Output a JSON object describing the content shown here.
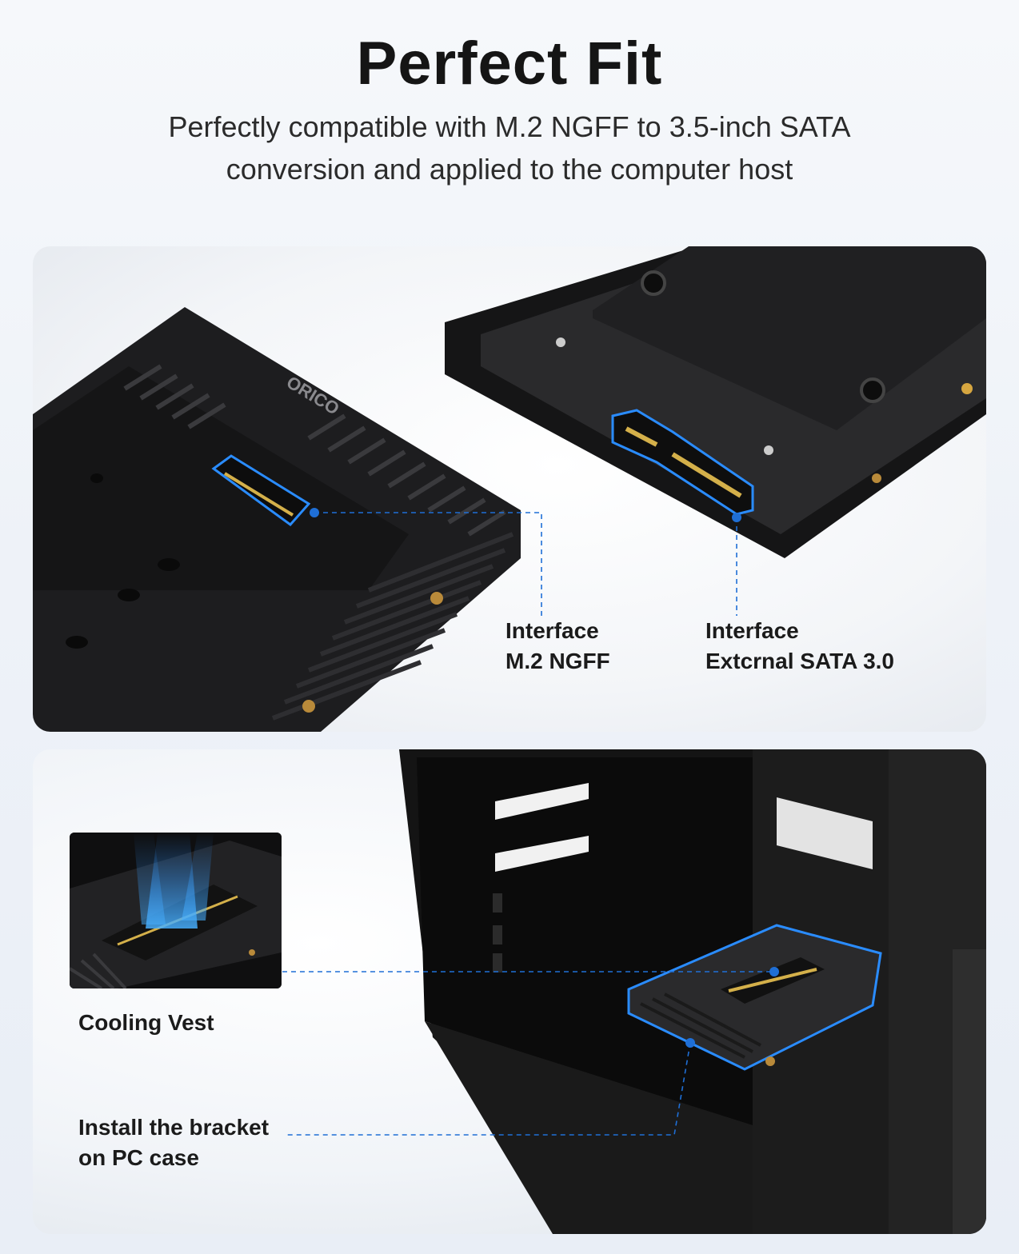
{
  "header": {
    "title": "Perfect Fit",
    "subtitle_line1": "Perfectly compatible with M.2 NGFF to 3.5-inch SATA",
    "subtitle_line2": "conversion and applied to the computer host"
  },
  "top_panel": {
    "brand_logo_text": "ORICO",
    "callouts": [
      {
        "line1": "Interface",
        "line2": "M.2 NGFF"
      },
      {
        "line1": "Interface",
        "line2": "Extcrnal SATA 3.0"
      }
    ]
  },
  "bottom_panel": {
    "inset_label": "Cooling Vest",
    "install_line1": "Install the bracket",
    "install_line2": "on PC case"
  },
  "colors": {
    "callout_blue": "#1f6fd6",
    "highlight_blue": "#2a8cff",
    "device_black": "#1a1a1a"
  }
}
